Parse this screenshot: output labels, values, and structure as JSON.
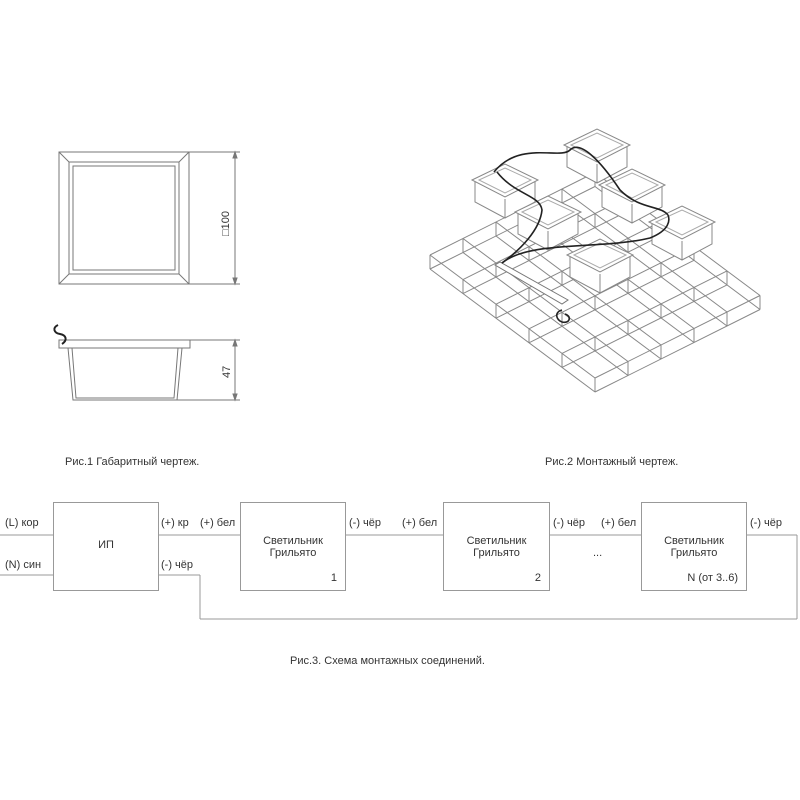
{
  "fig1": {
    "caption": "Рис.1 Габаритный чертеж.",
    "dim_width": "□100",
    "dim_height": "47"
  },
  "fig2": {
    "caption": "Рис.2 Монтажный чертеж."
  },
  "fig3": {
    "caption": "Рис.3. Схема монтажных соединений.",
    "inputs": {
      "l": "(L) кор",
      "n": "(N) син"
    },
    "psu": {
      "label": "ИП",
      "out_plus": "(+) кр",
      "out_minus": "(-) чёр"
    },
    "lamps": [
      {
        "title1": "Светильник",
        "title2": "Грильято",
        "num": "1",
        "in": "(+) бел",
        "out": "(-) чёр"
      },
      {
        "title1": "Светильник",
        "title2": "Грильято",
        "num": "2",
        "in": "(+) бел",
        "out": "(-) чёр"
      },
      {
        "title1": "Светильник",
        "title2": "Грильято",
        "num": "N (от 3..6)",
        "in": "(+) бел",
        "out": "(-) чёр"
      }
    ],
    "ellipsis": "..."
  }
}
